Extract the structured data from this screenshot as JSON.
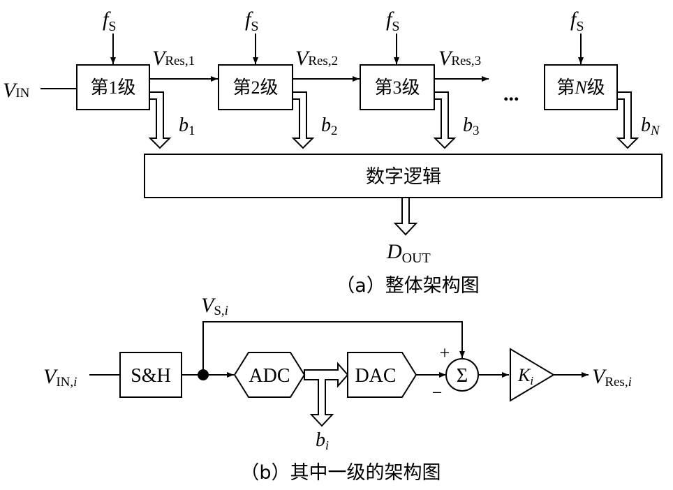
{
  "part_a": {
    "input": {
      "main": "V",
      "sub": "IN"
    },
    "clock": {
      "main": "f",
      "sub": "S"
    },
    "stages": [
      {
        "pre": "第",
        "num": "1",
        "post": "级",
        "num_italic": false
      },
      {
        "pre": "第",
        "num": "2",
        "post": "级",
        "num_italic": false
      },
      {
        "pre": "第",
        "num": "3",
        "post": "级",
        "num_italic": false
      },
      {
        "pre": "第",
        "num": "N",
        "post": "级",
        "num_italic": true
      }
    ],
    "residues": [
      {
        "main": "V",
        "sub": "Res,1"
      },
      {
        "main": "V",
        "sub": "Res,2"
      },
      {
        "main": "V",
        "sub": "Res,3"
      }
    ],
    "bits": [
      {
        "main": "b",
        "sub": "1"
      },
      {
        "main": "b",
        "sub": "2"
      },
      {
        "main": "b",
        "sub": "3"
      },
      {
        "main": "b",
        "sub": "N"
      }
    ],
    "ellipsis": "...",
    "logic_label": "数字逻辑",
    "output": {
      "main": "D",
      "sub": "OUT"
    },
    "caption": "（a）整体架构图"
  },
  "part_b": {
    "input": {
      "main": "V",
      "sub": "IN,",
      "sub_i": "i"
    },
    "sh_label": "S&H",
    "vs": {
      "main": "V",
      "sub": "S,",
      "sub_i": "i"
    },
    "adc_label": "ADC",
    "dac_label": "DAC",
    "plus": "+",
    "minus": "−",
    "sigma": "Σ",
    "gain": {
      "main": "K",
      "sub": "i"
    },
    "bit": {
      "main": "b",
      "sub": "i"
    },
    "output": {
      "main": "V",
      "sub": "Res,",
      "sub_i": "i"
    },
    "caption": "（b）其中一级的架构图"
  }
}
